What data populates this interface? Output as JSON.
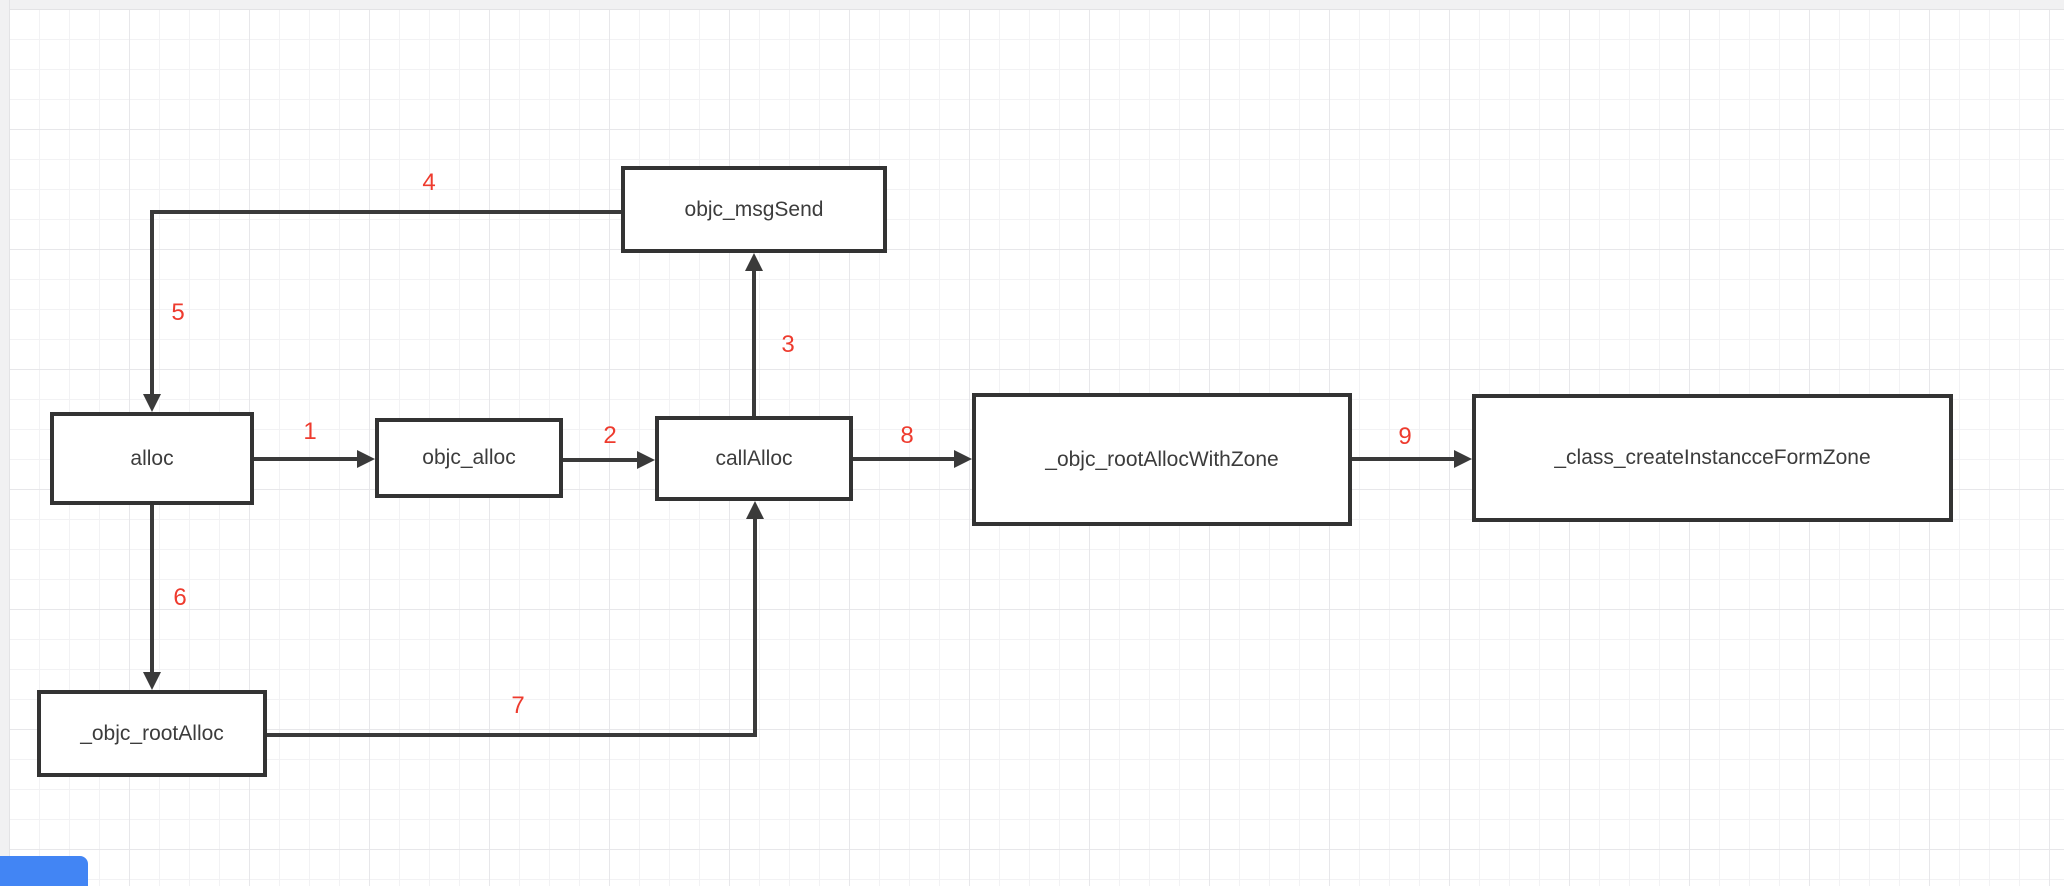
{
  "canvas": {
    "background": "#ffffff",
    "grid_minor_color": "#f2f2f4",
    "grid_major_color": "#e7e7ea",
    "margin_color": "#f1f1f2",
    "node_stroke_color": "#333333",
    "edge_color": "#3a3a3a",
    "edge_label_color": "#ee3b2e",
    "corner_accent_color": "#4285f4"
  },
  "nodes": [
    {
      "id": "alloc",
      "label": "alloc"
    },
    {
      "id": "objc_alloc",
      "label": "objc_alloc"
    },
    {
      "id": "callAlloc",
      "label": "callAlloc"
    },
    {
      "id": "objc_msgSend",
      "label": "objc_msgSend"
    },
    {
      "id": "_objc_rootAllocWithZone",
      "label": "_objc_rootAllocWithZone"
    },
    {
      "id": "_class_createInstancceFormZone",
      "label": "_class_createInstancceFormZone"
    },
    {
      "id": "_objc_rootAlloc",
      "label": "_objc_rootAlloc"
    }
  ],
  "edges": [
    {
      "label": "1",
      "from": "alloc",
      "to": "objc_alloc"
    },
    {
      "label": "2",
      "from": "objc_alloc",
      "to": "callAlloc"
    },
    {
      "label": "3",
      "from": "callAlloc",
      "to": "objc_msgSend"
    },
    {
      "label": "4",
      "from": "objc_msgSend",
      "to": "alloc",
      "segment": "horizontal"
    },
    {
      "label": "5",
      "from": "objc_msgSend",
      "to": "alloc",
      "segment": "vertical"
    },
    {
      "label": "6",
      "from": "alloc",
      "to": "_objc_rootAlloc"
    },
    {
      "label": "7",
      "from": "_objc_rootAlloc",
      "to": "callAlloc"
    },
    {
      "label": "8",
      "from": "callAlloc",
      "to": "_objc_rootAllocWithZone"
    },
    {
      "label": "9",
      "from": "_objc_rootAllocWithZone",
      "to": "_class_createInstancceFormZone"
    }
  ]
}
